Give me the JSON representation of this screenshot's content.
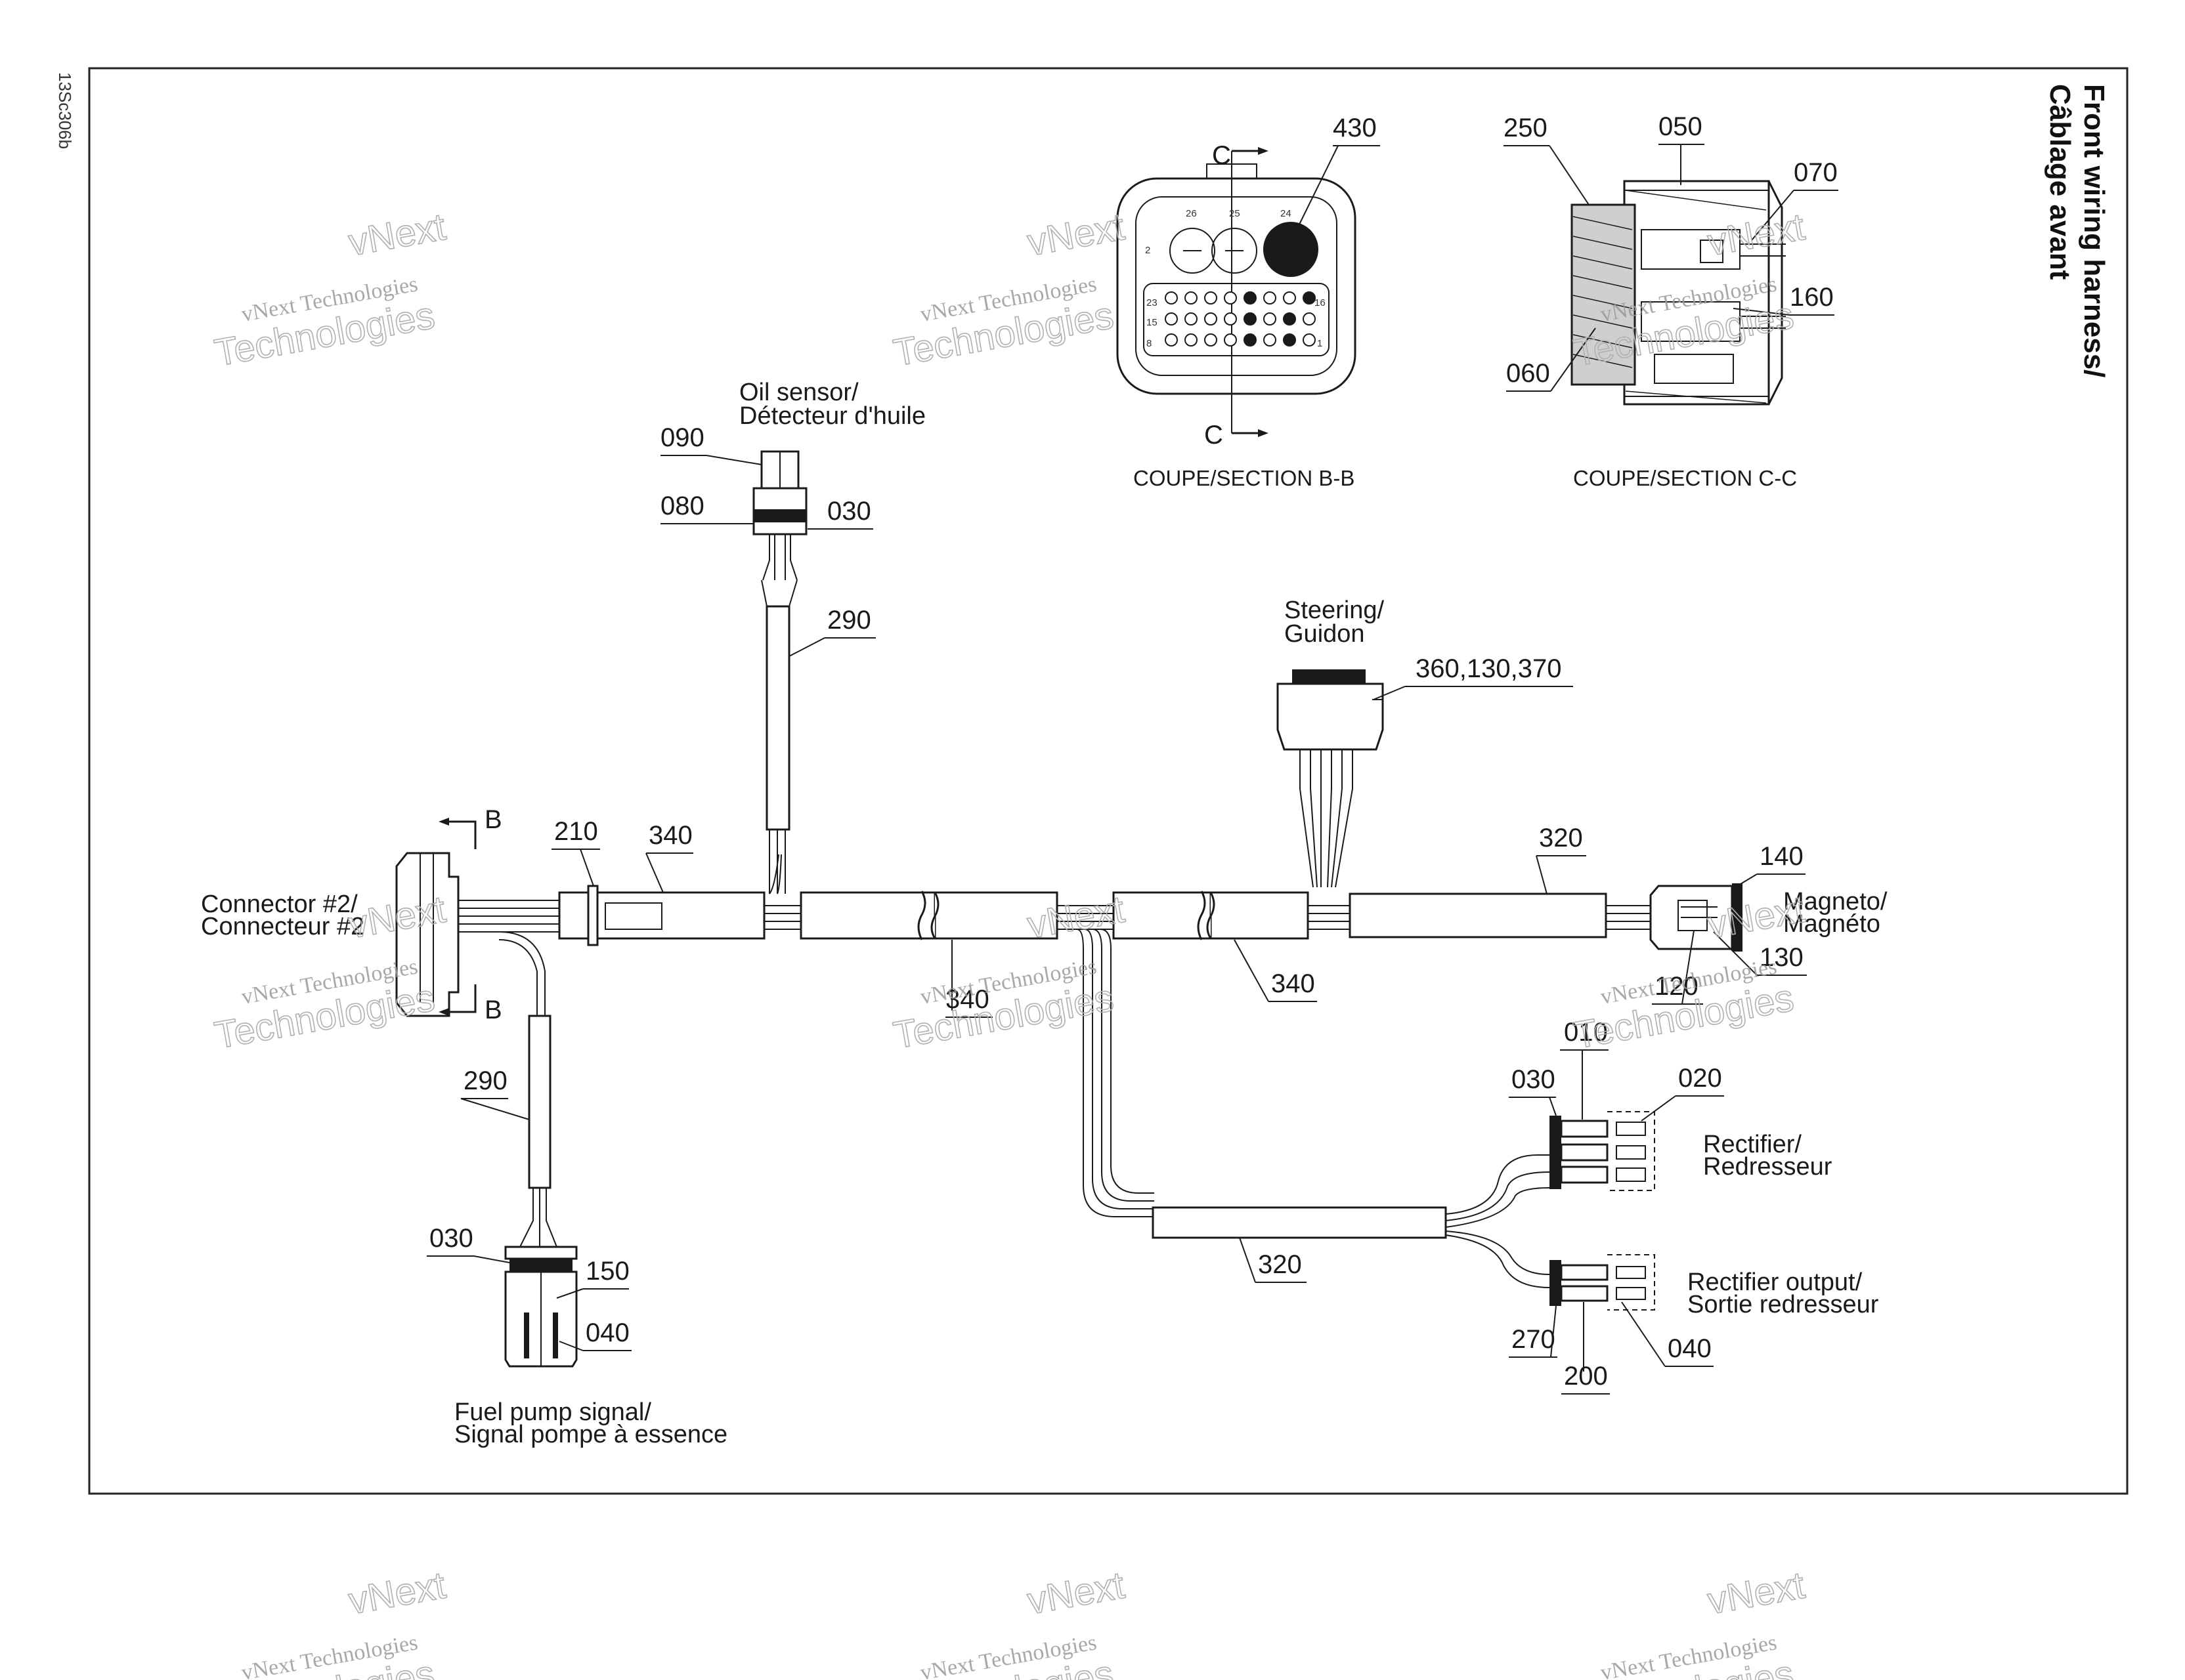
{
  "doc_code": "13Sc306b",
  "title": {
    "line1": "Front wiring harness/",
    "line2": "Câblage avant"
  },
  "sections": {
    "bb": "COUPE/SECTION B-B",
    "cc": "COUPE/SECTION C-C",
    "c_marker": "C",
    "b_marker": "B",
    "pin_labels": [
      "26",
      "25",
      "24",
      "2",
      "23",
      "16",
      "15",
      "8",
      "1"
    ]
  },
  "components": {
    "oil_sensor": [
      "Oil sensor/",
      "Détecteur d'huile"
    ],
    "steering": [
      "Steering/",
      "Guidon"
    ],
    "connector2": [
      "Connector #2/",
      "Connecteur #2"
    ],
    "magneto": [
      "Magneto/",
      "Magnéto"
    ],
    "rectifier": [
      "Rectifier/",
      "Redresseur"
    ],
    "rectifier_output": [
      "Rectifier output/",
      "Sortie redresseur"
    ],
    "fuel_pump": [
      "Fuel pump signal/",
      "Signal pompe à essence"
    ]
  },
  "callouts": {
    "c430": "430",
    "c250": "250",
    "c050": "050",
    "c070": "070",
    "c160": "160",
    "c060": "060",
    "c090": "090",
    "c080": "080",
    "c030_oil": "030",
    "c290_top": "290",
    "c360": "360,130,370",
    "c210": "210",
    "c340_left": "340",
    "c320_right": "320",
    "c140": "140",
    "c130": "130",
    "c120": "120",
    "c340_mid": "340",
    "c340_right": "340",
    "c290_left": "290",
    "c030_fuel": "030",
    "c150": "150",
    "c040_fuel": "040",
    "c010": "010",
    "c030_rect": "030",
    "c020": "020",
    "c320_bottom": "320",
    "c270": "270",
    "c200": "200",
    "c040_rect": "040"
  },
  "watermark": {
    "line1": "vNext Technologies",
    "line2": "Technologies",
    "accent": "vNext"
  }
}
